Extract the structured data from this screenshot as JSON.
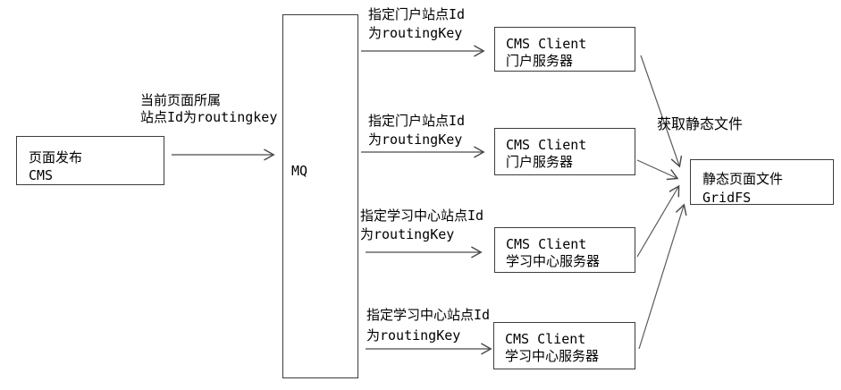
{
  "nodes": {
    "cms": {
      "line1": "页面发布",
      "line2": "CMS"
    },
    "mq": {
      "label": "MQ"
    },
    "client_portal_1": {
      "line1": "CMS Client",
      "line2": "门户服务器"
    },
    "client_portal_2": {
      "line1": "CMS Client",
      "line2": "门户服务器"
    },
    "client_learning_1": {
      "line1": "CMS Client",
      "line2": "学习中心服务器"
    },
    "client_learning_2": {
      "line1": "CMS Client",
      "line2": "学习中心服务器"
    },
    "gridfs": {
      "line1": "静态页面文件",
      "line2": "GridFS"
    }
  },
  "labels": {
    "routing_main": {
      "line1": "当前页面所属",
      "line2": "站点Id为routingkey"
    },
    "routing_portal_1": {
      "line1": "指定门户站点Id",
      "line2": "为routingKey"
    },
    "routing_portal_2": {
      "line1": "指定门户站点Id",
      "line2": "为routingKey"
    },
    "routing_learning_1": {
      "line1": "指定学习中心站点Id",
      "line2": "为routingKey"
    },
    "routing_learning_2": {
      "line1": "指定学习中心站点Id",
      "line2": "为routingKey"
    },
    "fetch_static": "获取静态文件"
  },
  "colors": {
    "background": "#ffffff",
    "line": "#4a4a4a",
    "box_border": "#3c3c3c",
    "text": "#000000"
  }
}
